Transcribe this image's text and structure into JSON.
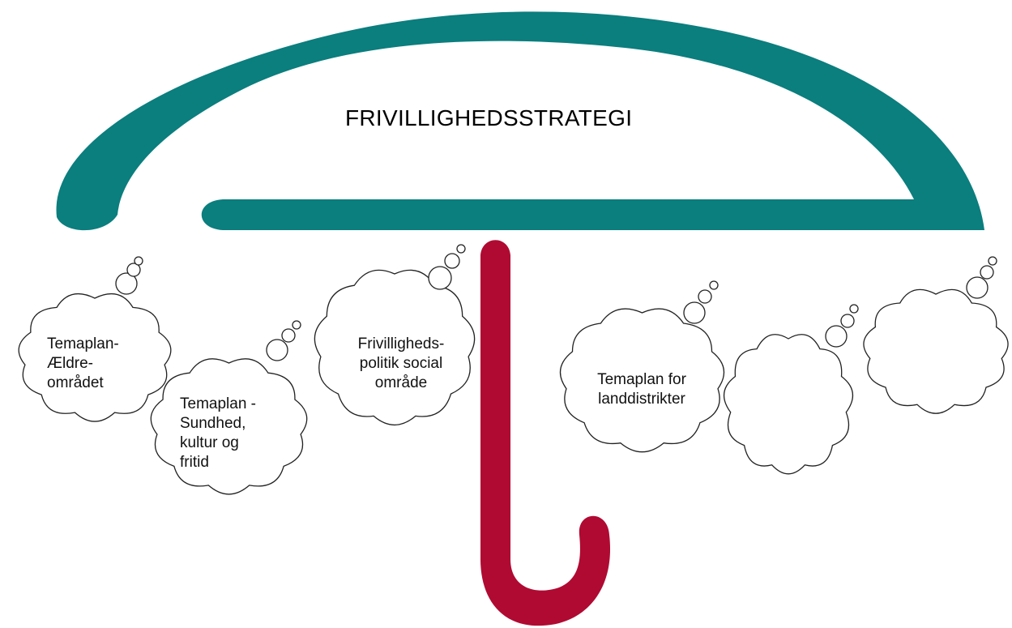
{
  "title": "FRIVILLIGHEDSSTRATEGI",
  "colors": {
    "canopy": "#0b7e7e",
    "handle": "#b00a32",
    "cloud_stroke": "#222222",
    "cloud_fill": "#ffffff"
  },
  "clouds": [
    {
      "label": "Temaplan-\nÆldre-\nområdet"
    },
    {
      "label": "Temaplan -\nSundhed,\nkultur og\nfritid"
    },
    {
      "label": "Frivilligheds-\npolitik social\nområde"
    },
    {
      "label": "Temaplan for\nlanddistrikter"
    },
    {
      "label": ""
    },
    {
      "label": ""
    }
  ]
}
